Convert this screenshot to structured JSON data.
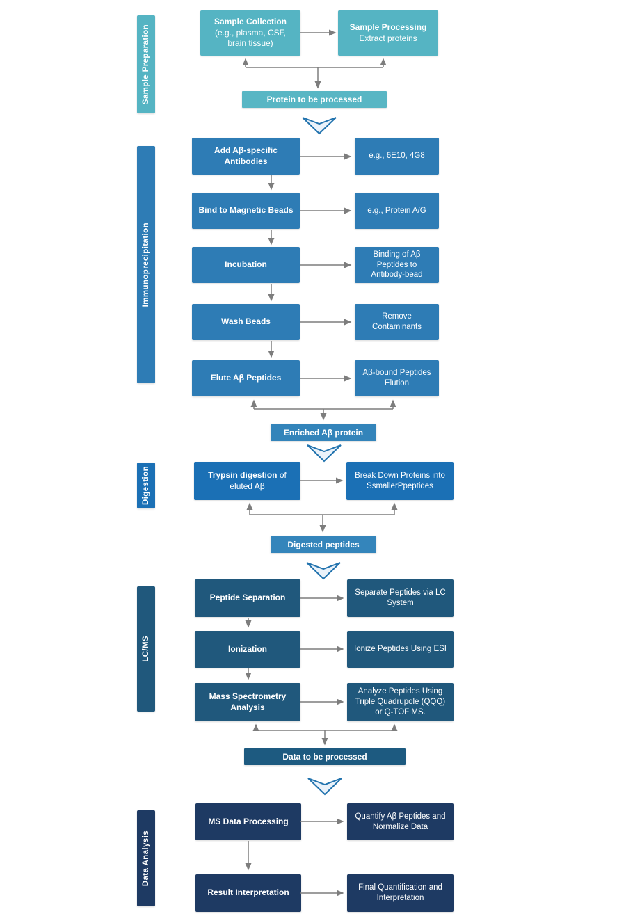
{
  "colors": {
    "sample_preparation_teal": "#55b4c3",
    "immunoprecipitation_blue": "#2e7cb5",
    "digestion_blue": "#1b70b5",
    "lcms_dark_blue": "#20587c",
    "data_analysis_navy": "#1e3a63",
    "band_enriched_blue": "#3384ba",
    "band_digested_blue": "#3485bb",
    "band_data_dark": "#1d5a80",
    "arrow_gray": "#7d7d7d",
    "chevron_stroke": "#2273ae",
    "chevron_fill": "#eaf2fa",
    "text_white": "#ffffff"
  },
  "sections": [
    {
      "label": "Sample Preparation",
      "band": "Protein to be processed",
      "left_box": {
        "title": "Sample Collection",
        "subtitle": "(e.g., plasma, CSF, brain tissue)"
      },
      "right_box": {
        "title": "Sample Processing",
        "subtitle": "Extract proteins"
      }
    },
    {
      "label": "Immunoprecipitation",
      "band": "Enriched Aβ protein",
      "rows": [
        {
          "left": "Add Aβ-specific Antibodies",
          "right": "e.g., 6E10, 4G8"
        },
        {
          "left": "Bind to Magnetic Beads",
          "right": "e.g., Protein A/G"
        },
        {
          "left": "Incubation",
          "right": "Binding of Aβ Peptides to Antibody-bead"
        },
        {
          "left": "Wash Beads",
          "right": "Remove Contaminants"
        },
        {
          "left": "Elute Aβ Peptides",
          "right": "Aβ-bound Peptides Elution"
        }
      ]
    },
    {
      "label": "Digestion",
      "band": "Digested peptides",
      "rows": [
        {
          "left_bold": "Trypsin digestion",
          "left_rest": " of eluted Aβ",
          "right": "Break Down Proteins into SsmallerPpeptides"
        }
      ]
    },
    {
      "label": "LC/MS",
      "band": "Data to be processed",
      "rows": [
        {
          "left": "Peptide Separation",
          "right": "Separate Peptides via LC System"
        },
        {
          "left": "Ionization",
          "right": "Ionize Peptides Using ESI"
        },
        {
          "left": "Mass Spectrometry Analysis",
          "right": "Analyze Peptides Using Triple Quadrupole (QQQ) or Q-TOF MS."
        }
      ]
    },
    {
      "label": "Data Analysis",
      "rows": [
        {
          "left": "MS Data Processing",
          "right": "Quantify Aβ Peptides and Normalize Data"
        },
        {
          "left": "Result Interpretation",
          "right": "Final Quantification and Interpretation"
        }
      ]
    }
  ]
}
